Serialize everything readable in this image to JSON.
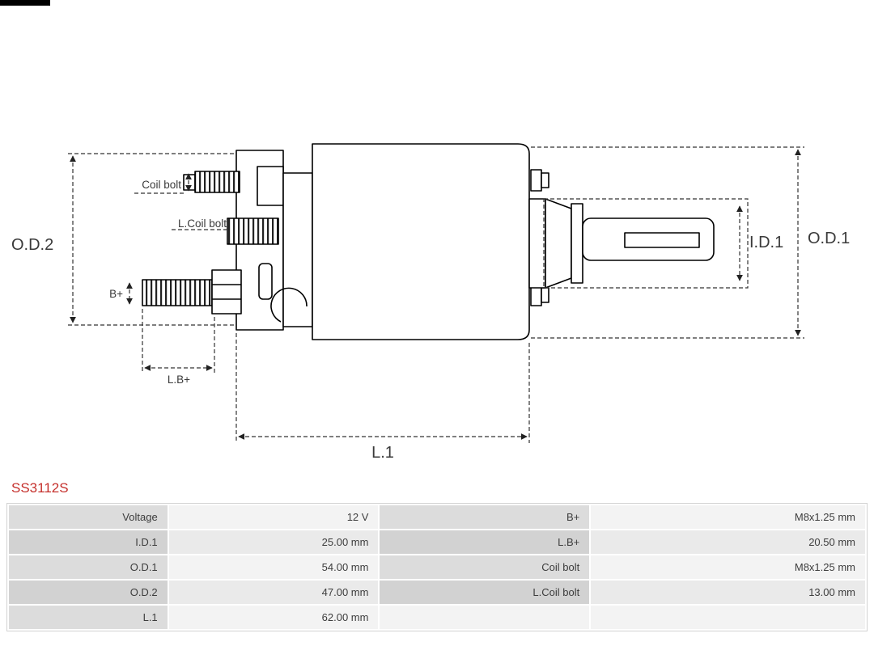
{
  "part": {
    "number": "SS3112S",
    "accent_color": "#c5302c"
  },
  "diagram": {
    "labels": {
      "od2": "O.D.2",
      "od1": "O.D.1",
      "id1": "I.D.1",
      "l1": "L.1",
      "lb_plus": "L.B+",
      "b_plus": "B+",
      "coil_bolt": "Coil bolt",
      "l_coil_bolt": "L.Coil bolt"
    }
  },
  "spec_table": {
    "rows": [
      {
        "c1": "Voltage",
        "c2": "12 V",
        "c3": "B+",
        "c4": "M8x1.25 mm"
      },
      {
        "c1": "I.D.1",
        "c2": "25.00 mm",
        "c3": "L.B+",
        "c4": "20.50 mm"
      },
      {
        "c1": "O.D.1",
        "c2": "54.00 mm",
        "c3": "Coil bolt",
        "c4": "M8x1.25 mm"
      },
      {
        "c1": "O.D.2",
        "c2": "47.00 mm",
        "c3": "L.Coil bolt",
        "c4": "13.00 mm"
      },
      {
        "c1": "L.1",
        "c2": "62.00 mm",
        "c3": "",
        "c4": ""
      }
    ]
  }
}
